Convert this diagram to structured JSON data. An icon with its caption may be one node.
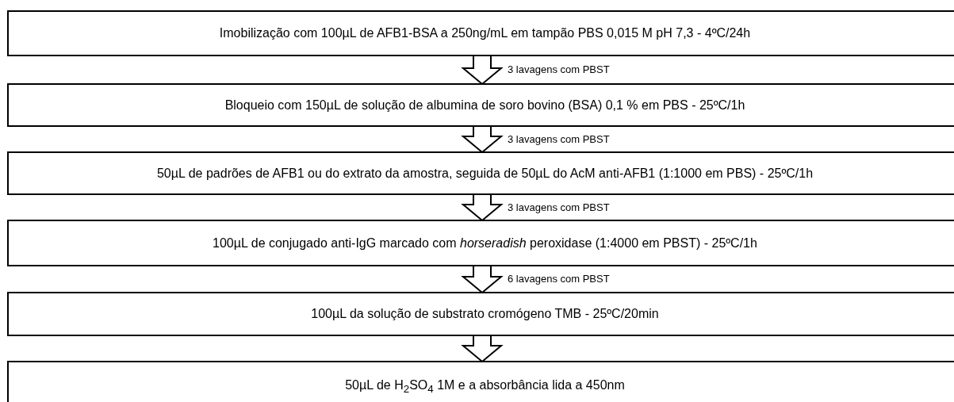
{
  "diagram": {
    "nodes": [
      {
        "text": [
          "Imobilização com 100µL de AFB1-BSA a 250ng/mL em tampão PBS 0,015 M pH 7,3 - 4ºC/24h"
        ]
      },
      {
        "text": [
          "Bloqueio com 150µL de solução de albumina de soro bovino (BSA) 0,1 % em PBS - 25ºC/1h"
        ]
      },
      {
        "text": [
          "50µL de padrões de AFB1 ou do extrato da amostra, seguida de 50µL do AcM anti-AFB1 (1:1000 em PBS) - 25ºC/1h"
        ]
      },
      {
        "text": [
          "100µL de conjugado anti-IgG marcado com *horseradish* peroxidase (1:4000 em PBST) - 25ºC/1h"
        ]
      },
      {
        "text": [
          "100µL da solução de substrato cromógeno TMB - 25ºC/20min"
        ]
      },
      {
        "text": [
          "50µL de H$_{2}$SO$_{4}$ 1M e a absorbância lida a 450nm"
        ]
      }
    ],
    "edges": [
      {
        "from": 0,
        "to": 1,
        "arrow": "to",
        "label": "3 lavagens com PBST"
      },
      {
        "from": 1,
        "to": 2,
        "arrow": "to",
        "label": "3 lavagens com PBST"
      },
      {
        "from": 2,
        "to": 3,
        "arrow": "to",
        "label": "3 lavagens com PBST"
      },
      {
        "from": 3,
        "to": 4,
        "arrow": "to",
        "label": "6 lavagens com PBST"
      },
      {
        "from": 4,
        "to": 5,
        "arrow": "to"
      }
    ]
  }
}
